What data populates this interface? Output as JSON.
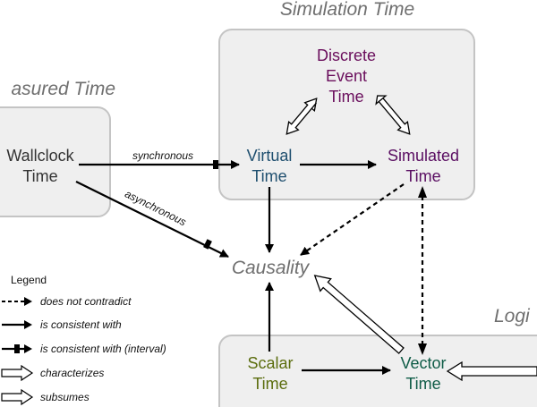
{
  "colors": {
    "discrete_event_time": "#6a0e5c",
    "virtual_time": "#1f4f6f",
    "simulated_time": "#5a0e62",
    "causality": "#6f6f6f",
    "scalar_time": "#5b6d0e",
    "vector_time": "#0f5c47",
    "wallclock_time": "#333333",
    "group_title": "#6f6f6f"
  },
  "groups": {
    "simulation": {
      "title": "Simulation Time"
    },
    "measured": {
      "title": "asured Time"
    },
    "logical": {
      "title": "Logi"
    }
  },
  "nodes": {
    "discrete_event": {
      "line1": "Discrete",
      "line2": "Event",
      "line3": "Time"
    },
    "virtual": {
      "line1": "Virtual",
      "line2": "Time"
    },
    "simulated": {
      "line1": "Simulated",
      "line2": "Time"
    },
    "wallclock": {
      "line1": "Wallclock",
      "line2": "Time"
    },
    "causality": {
      "label": "Causality"
    },
    "scalar": {
      "line1": "Scalar",
      "line2": "Time"
    },
    "vector": {
      "line1": "Vector",
      "line2": "Time"
    }
  },
  "edge_labels": {
    "synchronous": "synchronous",
    "asynchronous": "asynchronous"
  },
  "legend": {
    "title": "Legend",
    "items": [
      {
        "style": "dashed",
        "label": "does not contradict"
      },
      {
        "style": "solid",
        "label": "is consistent with"
      },
      {
        "style": "interval",
        "label": "is consistent with (interval)"
      },
      {
        "style": "hollow",
        "label": "characterizes"
      },
      {
        "style": "hollow-thin",
        "label": "subsumes"
      }
    ]
  }
}
